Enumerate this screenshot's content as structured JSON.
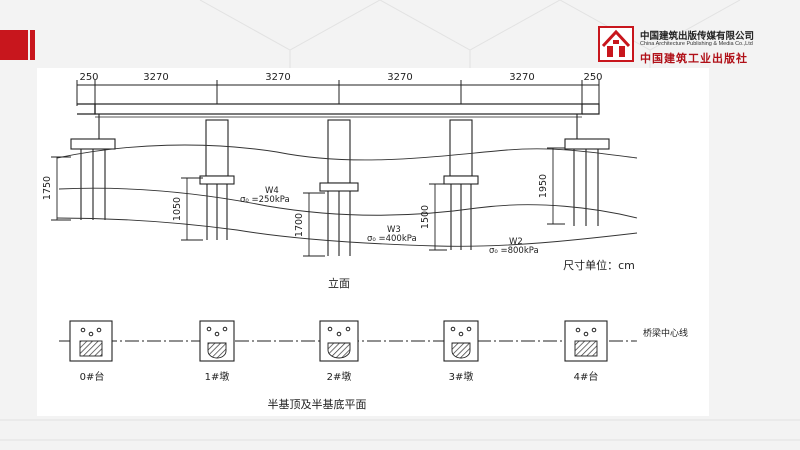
{
  "logo": {
    "cn_name": "中国建筑出版传媒有限公司",
    "en_name": "China Architecture Publishing & Media Co.,Ltd",
    "cn_name2": "中国建筑工业出版社"
  },
  "elevation": {
    "span_dims": [
      "250",
      "3270",
      "3270",
      "3270",
      "3270",
      "250"
    ],
    "height_dims": [
      "1750",
      "1050",
      "1700",
      "1500",
      "1950"
    ],
    "layers": [
      {
        "name": "W4",
        "stress": "σ₀ =250kPa"
      },
      {
        "name": "W3",
        "stress": "σ₀ =400kPa"
      },
      {
        "name": "W2",
        "stress": "σ₀ =800kPa"
      }
    ],
    "unit_note": "尺寸单位：cm",
    "caption": "立面"
  },
  "plan": {
    "supports": [
      "0#台",
      "1#墩",
      "2#墩",
      "3#墩",
      "4#台"
    ],
    "centerline_label": "桥梁中心线",
    "caption": "半基顶及半基底平面"
  },
  "colors": {
    "accent": "#c8161d",
    "ink": "#222222"
  }
}
